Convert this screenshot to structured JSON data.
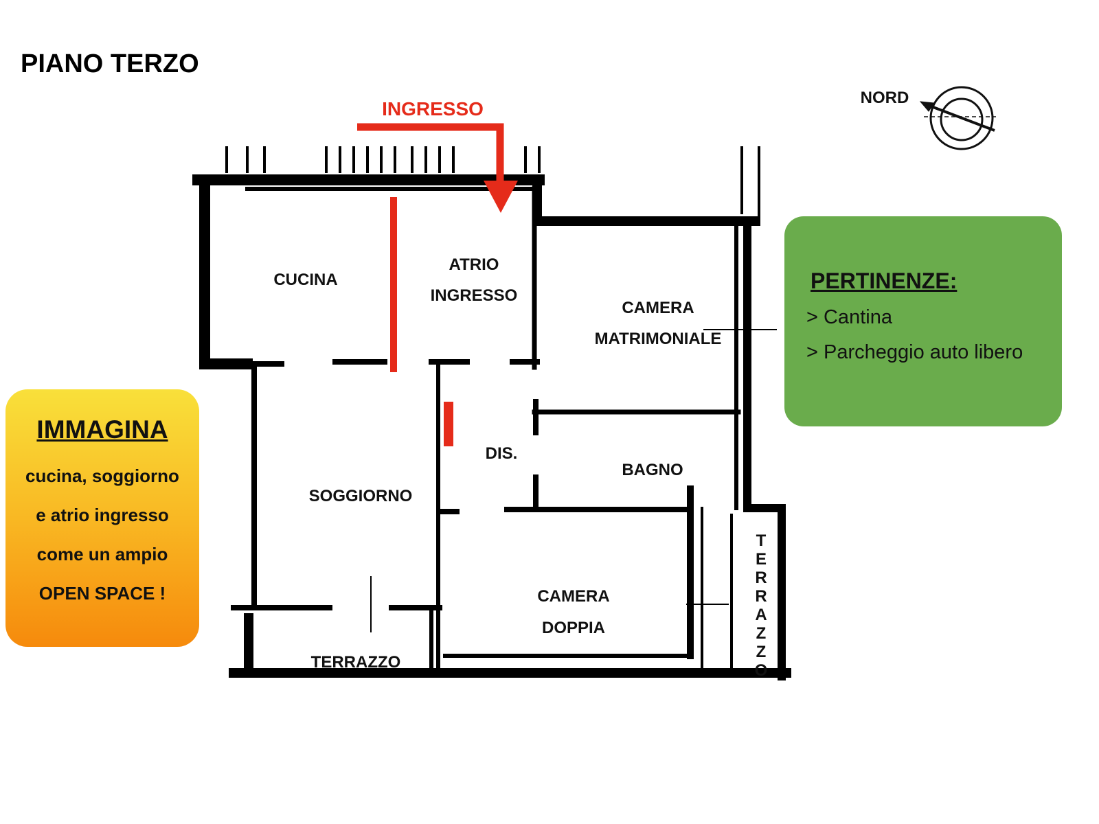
{
  "title": "PIANO TERZO",
  "entrance_label": "INGRESSO",
  "north_label": "NORD",
  "rooms": {
    "cucina": "CUCINA",
    "atrio_1": "ATRIO",
    "atrio_2": "INGRESSO",
    "camera_matr_1": "CAMERA",
    "camera_matr_2": "MATRIMONIALE",
    "dis": "DIS.",
    "bagno": "BAGNO",
    "soggiorno": "SOGGIORNO",
    "camera_doppia_1": "CAMERA",
    "camera_doppia_2": "DOPPIA",
    "terrazzo_bottom": "TERRAZZO",
    "terrazzo_side": [
      "T",
      "E",
      "R",
      "R",
      "A",
      "Z",
      "Z",
      "O"
    ]
  },
  "immagina": {
    "heading": "IMMAGINA",
    "lines": [
      "cucina, soggiorno",
      "e atrio ingresso",
      "come un ampio",
      "OPEN SPACE !"
    ]
  },
  "pertinenze": {
    "heading": "PERTINENZE:",
    "items": [
      "> Cantina",
      "> Parcheggio auto libero"
    ]
  },
  "colors": {
    "accent_red": "#e52b1a",
    "green_box": "#6aac4c",
    "orange_top": "#f9e03a",
    "orange_bottom": "#f68a0c"
  }
}
